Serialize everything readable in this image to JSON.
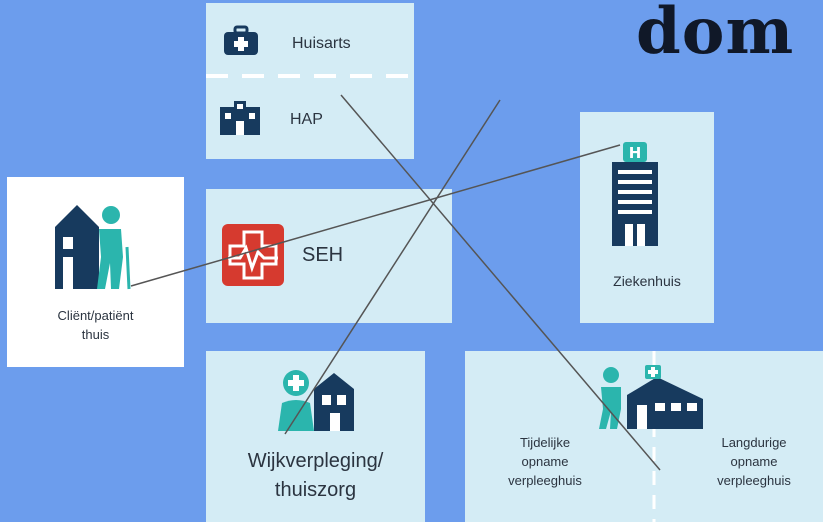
{
  "header": {
    "title_fragment": "dom"
  },
  "nodes": {
    "huisarts": "Huisarts",
    "hap": "HAP",
    "client": {
      "line1": "Cliënt/patiënt",
      "line2": "thuis"
    },
    "seh": "SEH",
    "ziekenhuis": "Ziekenhuis",
    "wijk": {
      "line1": "Wijkverpleging/",
      "line2": "thuiszorg"
    },
    "tijdelijk": {
      "line1": "Tijdelijke",
      "line2": "opname",
      "line3": "verpleeghuis"
    },
    "langdurig": {
      "line1": "Langdurige",
      "line2": "opname",
      "line3": "verpleeghuis"
    }
  },
  "colors": {
    "background": "#6c9ded",
    "card": "#d4ecf5",
    "icon_navy": "#173a5e",
    "icon_teal": "#2bb5ad",
    "seh_red": "#d63a2f",
    "line": "#555555"
  },
  "icons": [
    "first-aid-kit-icon",
    "hap-building-icon",
    "person-home-icon",
    "emergency-icon",
    "hospital-icon",
    "nurse-home-icon",
    "nursing-home-icon"
  ]
}
